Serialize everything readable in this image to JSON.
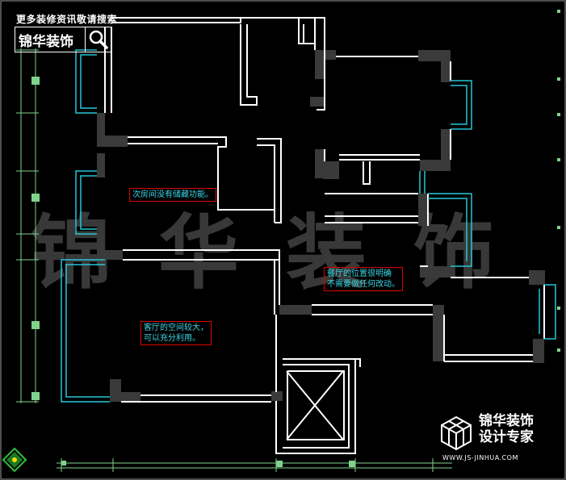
{
  "header": {
    "promo_text": "更多装修资讯敬请搜索"
  },
  "logo": {
    "text": "锦华装饰"
  },
  "watermark": {
    "text": "锦华装饰"
  },
  "annotations": [
    {
      "text": "次房间没有储藏功能。"
    },
    {
      "text": "餐厅的位置很明确",
      "text2": "不需要做任何改动。"
    },
    {
      "text": "客厅的空间较大，",
      "text2": "可以充分利用。"
    }
  ],
  "brand": {
    "line1": "锦华装饰",
    "line2": "设计专家",
    "url": "WWW.JS-JINHUA.COM"
  },
  "colors": {
    "wall": "#ffffff",
    "window": "#26c6d8",
    "column": "#3a3a3a",
    "note_border": "#e00000",
    "note_text": "#3ad6e6"
  }
}
